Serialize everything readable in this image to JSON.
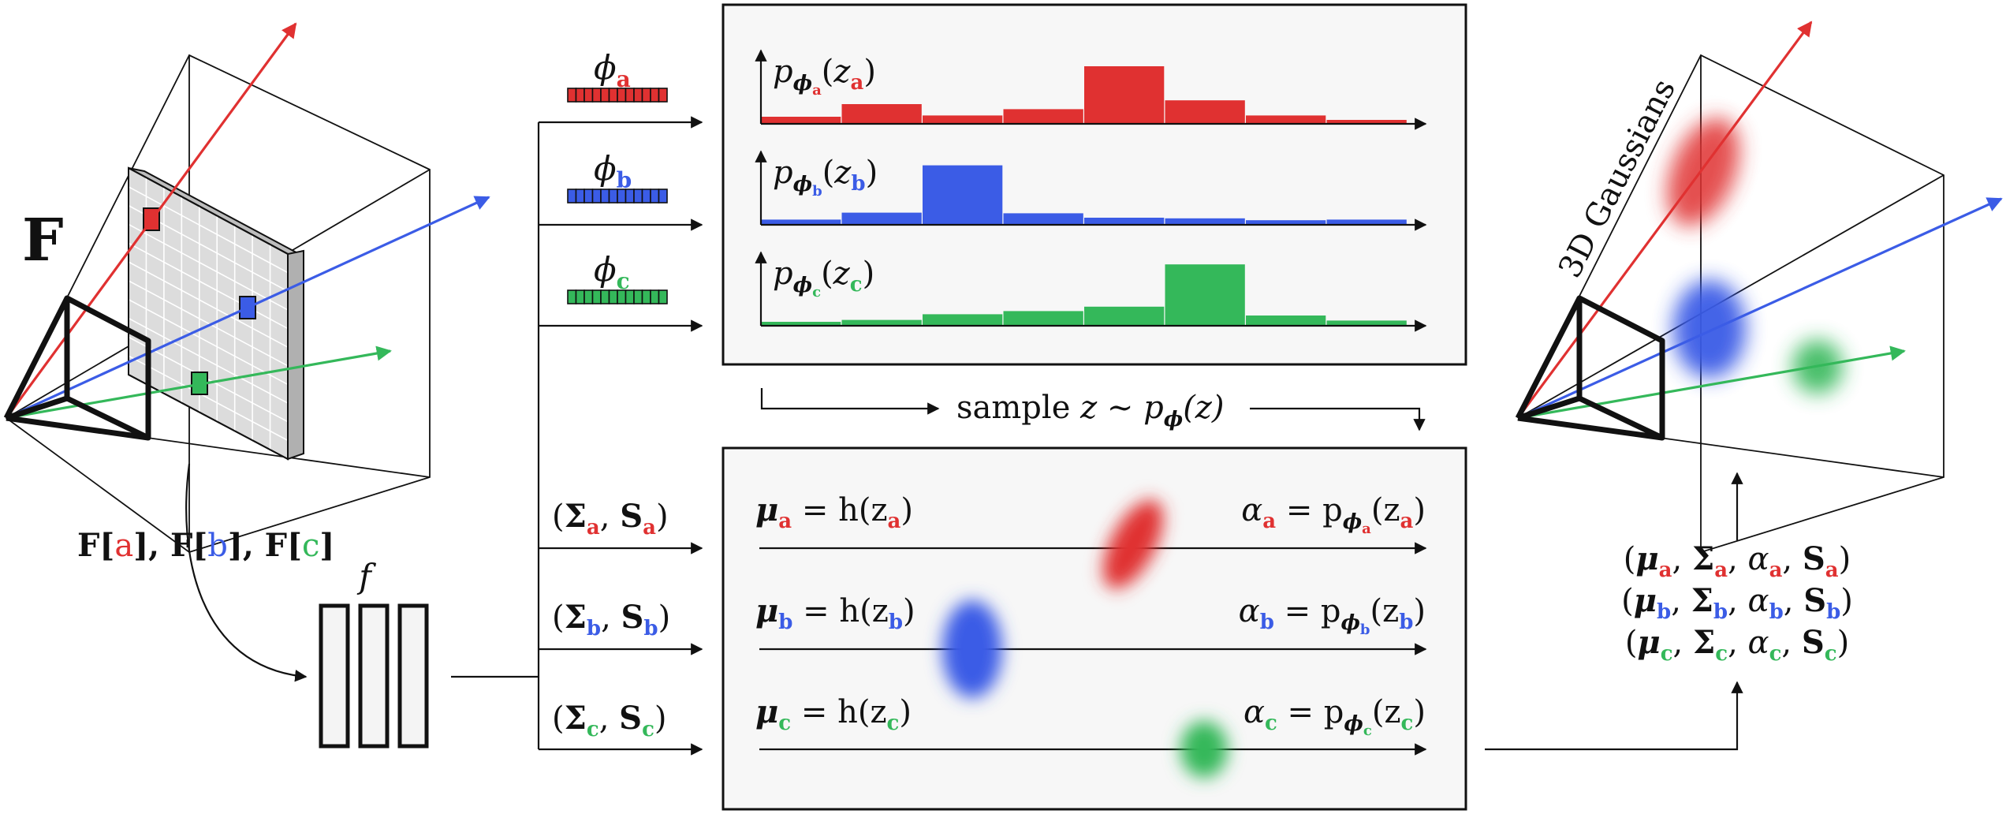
{
  "colors": {
    "a": "#e03131",
    "b": "#3b5ce6",
    "c": "#34b85a",
    "ink": "#111111",
    "grid_fill": "#dcdcdc"
  },
  "labels": {
    "feature_map": "F",
    "feature_lookup": {
      "prefix": "F[",
      "a": "a",
      "mid1": "], F[",
      "b": "b",
      "mid2": "], F[",
      "c": "c",
      "suffix": "]"
    },
    "mlp": "f",
    "phi": "ϕ",
    "sample_text": "sample ",
    "sample_math": "z ∼ p",
    "sample_sub": "ϕ",
    "sample_tail": "(z)",
    "gaussians_3d": "3D Gaussians"
  },
  "point_keys": [
    "a",
    "b",
    "c"
  ],
  "distribution_label": {
    "p": "p",
    "sub": "ϕ",
    "z": "z"
  },
  "cov_label": {
    "open": "(",
    "sigma": "Σ",
    "comma": ", ",
    "s": "S",
    "close": ")"
  },
  "mu_label": {
    "mu": "μ",
    "eq": " = h(z",
    "close": ")"
  },
  "alpha_label": {
    "alpha": "α",
    "eq": " = p",
    "sub": "ϕ",
    "z": "(z",
    "close": ")"
  },
  "output_tuple": {
    "open": "(",
    "mu": "μ",
    "sigma": "Σ",
    "alpha": "α",
    "s": "S",
    "sep": ", ",
    "close": ")"
  },
  "chart_data": [
    {
      "type": "bar",
      "series": [
        {
          "name": "a",
          "values": [
            0.1,
            0.3,
            0.12,
            0.22,
            0.9,
            0.36,
            0.12,
            0.05
          ]
        }
      ],
      "ylim": [
        0,
        1
      ]
    },
    {
      "type": "bar",
      "series": [
        {
          "name": "b",
          "values": [
            0.07,
            0.18,
            0.93,
            0.17,
            0.1,
            0.09,
            0.06,
            0.07
          ]
        }
      ],
      "ylim": [
        0,
        1
      ]
    },
    {
      "type": "bar",
      "series": [
        {
          "name": "c",
          "values": [
            0.05,
            0.08,
            0.17,
            0.22,
            0.29,
            0.96,
            0.15,
            0.07
          ]
        }
      ],
      "ylim": [
        0,
        1
      ]
    }
  ]
}
